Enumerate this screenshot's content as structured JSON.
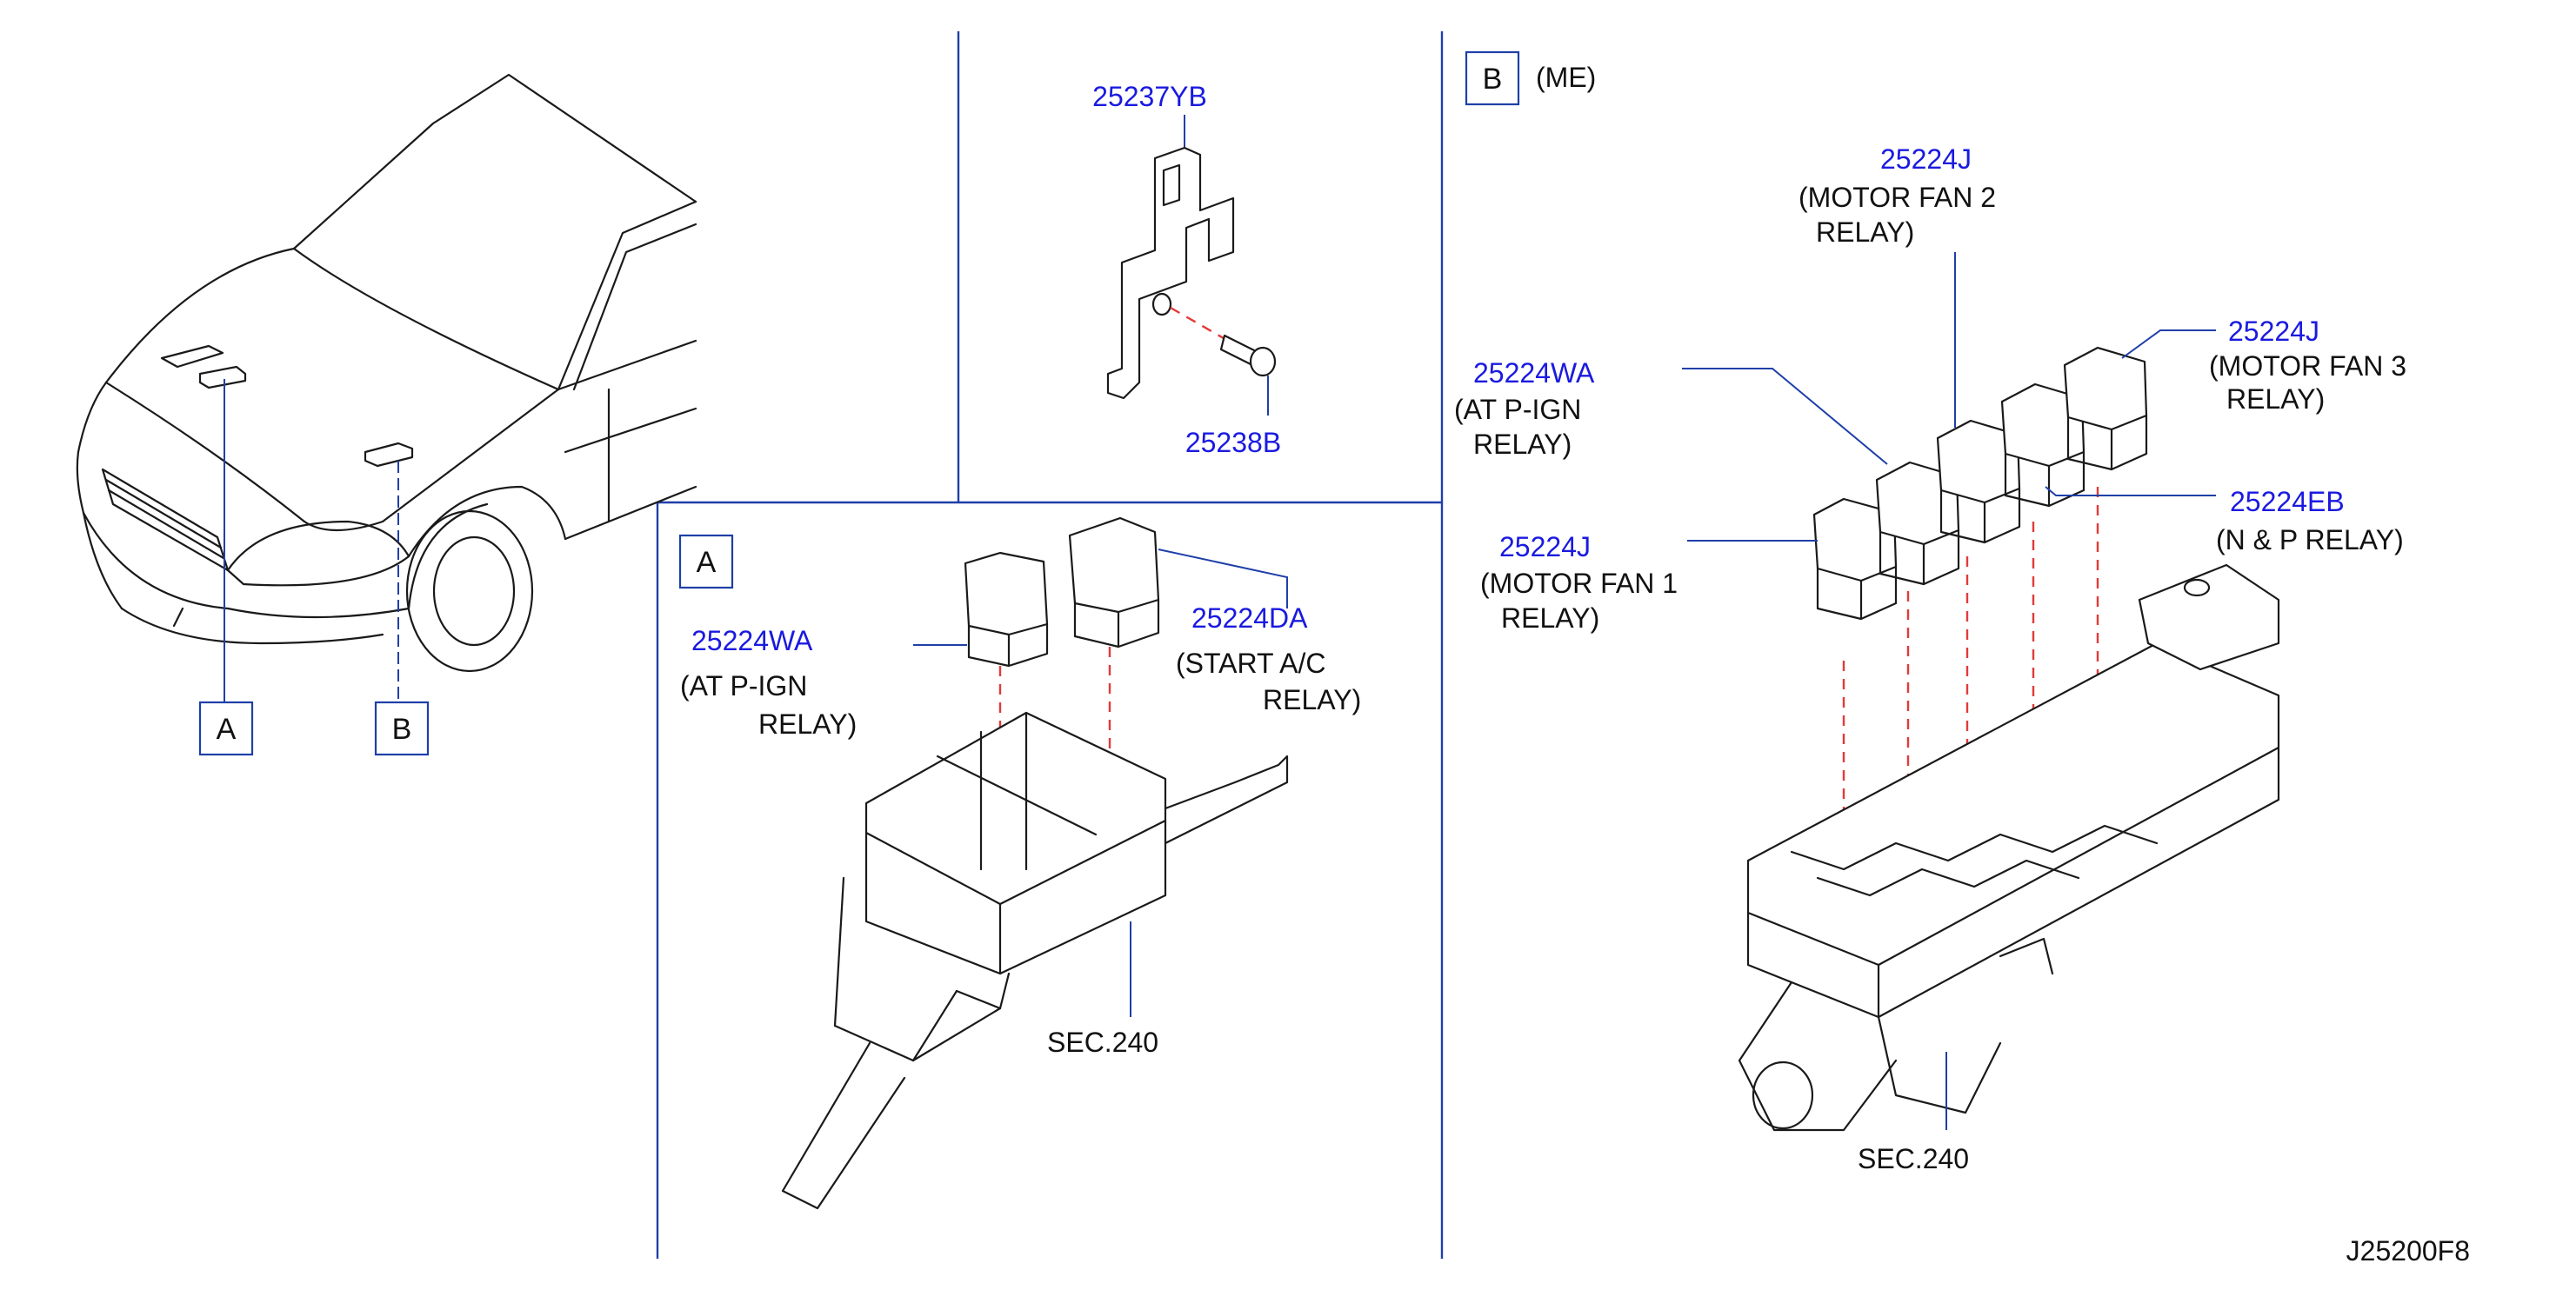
{
  "callouts": {
    "a_box": "A",
    "b_box": "B",
    "section_a": "A",
    "section_b": "B",
    "section_b_suffix": "(ME)"
  },
  "parts": {
    "bracket": "25237YB",
    "bolt": "25238B",
    "a_at_pign": "25224WA",
    "a_at_pign_desc1": "(AT  P-IGN",
    "a_at_pign_desc2": "RELAY)",
    "a_start_ac": "25224DA",
    "a_start_ac_desc1": "(START  A/C",
    "a_start_ac_desc2": "RELAY)",
    "a_sec": "SEC.240",
    "b_fan2": "25224J",
    "b_fan2_desc1": "(MOTOR  FAN  2",
    "b_fan2_desc2": "RELAY)",
    "b_fan3": "25224J",
    "b_fan3_desc1": "(MOTOR  FAN  3",
    "b_fan3_desc2": "RELAY)",
    "b_at_pign": "25224WA",
    "b_at_pign_desc1": "(AT  P-IGN",
    "b_at_pign_desc2": "RELAY)",
    "b_np": "25224EB",
    "b_np_desc": "(N  &  P  RELAY)",
    "b_fan1": "25224J",
    "b_fan1_desc1": "(MOTOR  FAN  1",
    "b_fan1_desc2": "RELAY)",
    "b_sec": "SEC.240"
  },
  "diagram_id": "J25200F8",
  "colors": {
    "part_number": "#1a1ae0",
    "divider": "#1f3fa8",
    "guide_dash": "#e23a3a",
    "outline": "#1a1a1a"
  }
}
